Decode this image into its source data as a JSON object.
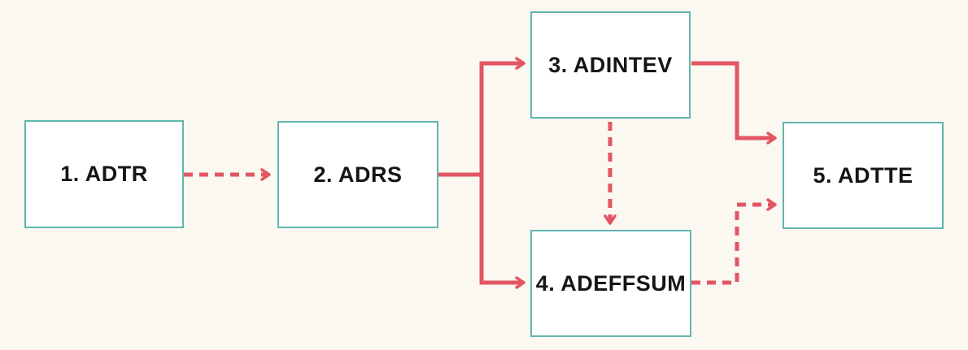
{
  "diagram": {
    "type": "flowchart",
    "nodes": [
      {
        "id": "adtr",
        "label": "1. ADTR"
      },
      {
        "id": "adrs",
        "label": "2. ADRS"
      },
      {
        "id": "adintev",
        "label": "3. ADINTEV"
      },
      {
        "id": "adeffsum",
        "label": "4. ADEFFSUM"
      },
      {
        "id": "adtte",
        "label": "5. ADTTE"
      }
    ],
    "edges": [
      {
        "from": "1. ADTR",
        "to": "2. ADRS",
        "style": "dashed",
        "arrow": true
      },
      {
        "from": "2. ADRS",
        "to": "3. ADINTEV",
        "style": "solid",
        "arrow": true
      },
      {
        "from": "2. ADRS",
        "to": "4. ADEFFSUM",
        "style": "solid",
        "arrow": true
      },
      {
        "from": "3. ADINTEV",
        "to": "4. ADEFFSUM",
        "style": "dashed",
        "arrow": true
      },
      {
        "from": "3. ADINTEV",
        "to": "5. ADTTE",
        "style": "solid",
        "arrow": true
      },
      {
        "from": "4. ADEFFSUM",
        "to": "5. ADTTE",
        "style": "dashed",
        "arrow": true
      }
    ],
    "colors": {
      "background": "#FAF8F1",
      "node_fill": "#FFFFFF",
      "node_border": "#61B6B0",
      "arrow": "#E25663",
      "text": "#151515"
    }
  }
}
